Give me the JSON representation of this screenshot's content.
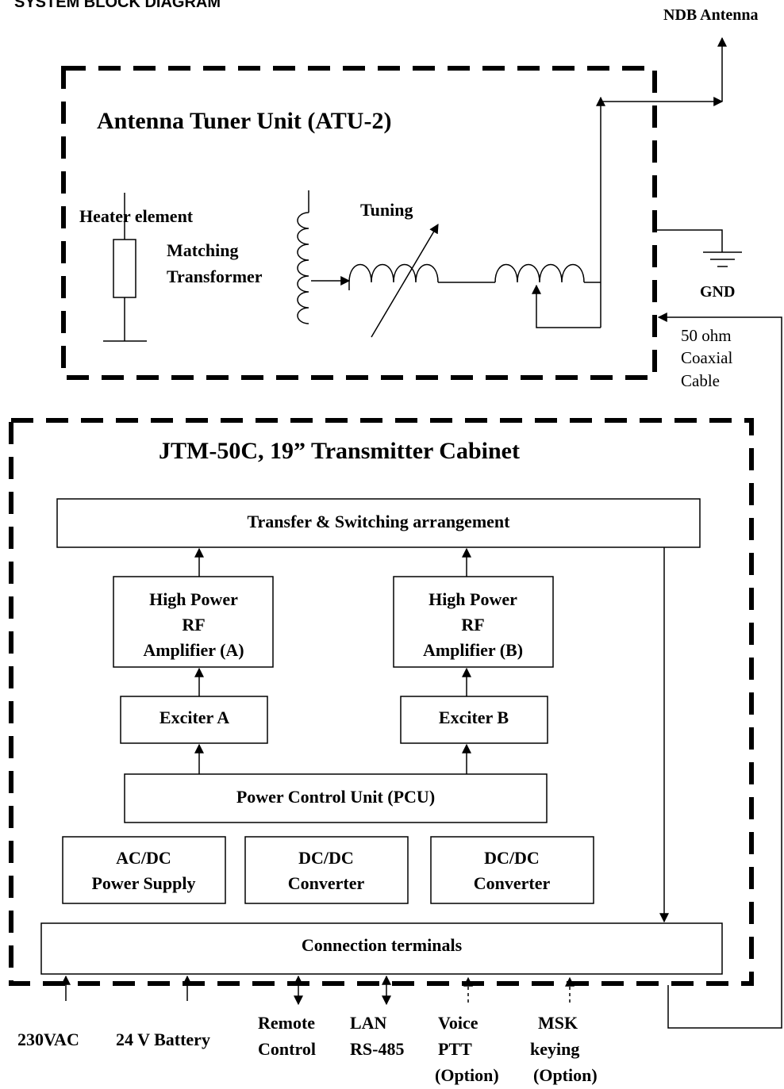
{
  "header": {
    "title": "SYSTEM BLOCK DIAGRAM"
  },
  "atu": {
    "title": "Antenna Tuner Unit (ATU-2)",
    "heater_label": "Heater element",
    "transformer_label_1": "Matching",
    "transformer_label_2": "Transformer",
    "tuning_label": "Tuning"
  },
  "external": {
    "antenna_label": "NDB Antenna",
    "gnd_label": "GND",
    "coax_line1": "50 ohm",
    "coax_line2": "Coaxial",
    "coax_line3": "Cable"
  },
  "cabinet": {
    "title": "JTM-50C, 19” Transmitter Cabinet",
    "transfer_switching": "Transfer  & Switching arrangement",
    "amp_a": {
      "line1": "High Power",
      "line2": "RF",
      "line3": "Amplifier (A)"
    },
    "amp_b": {
      "line1": "High Power",
      "line2": "RF",
      "line3": "Amplifier (B)"
    },
    "exciter_a": "Exciter A",
    "exciter_b": "Exciter B",
    "pcu": "Power Control Unit (PCU)",
    "acdc": {
      "line1": "AC/DC",
      "line2": "Power Supply"
    },
    "dcdc_1": {
      "line1": "DC/DC",
      "line2": "Converter"
    },
    "dcdc_2": {
      "line1": "DC/DC",
      "line2": "Converter"
    },
    "connection_terminals": "Connection  terminals"
  },
  "inputs": {
    "ac": "230VAC",
    "battery": "24 V Battery",
    "remote_1": "Remote",
    "remote_2": "Control",
    "lan_1": "LAN",
    "lan_2": "RS-485",
    "voice_1": "Voice",
    "voice_2": "PTT",
    "voice_3": "(Option)",
    "msk_1": "MSK",
    "msk_2": "keying",
    "msk_3": "(Option)"
  }
}
